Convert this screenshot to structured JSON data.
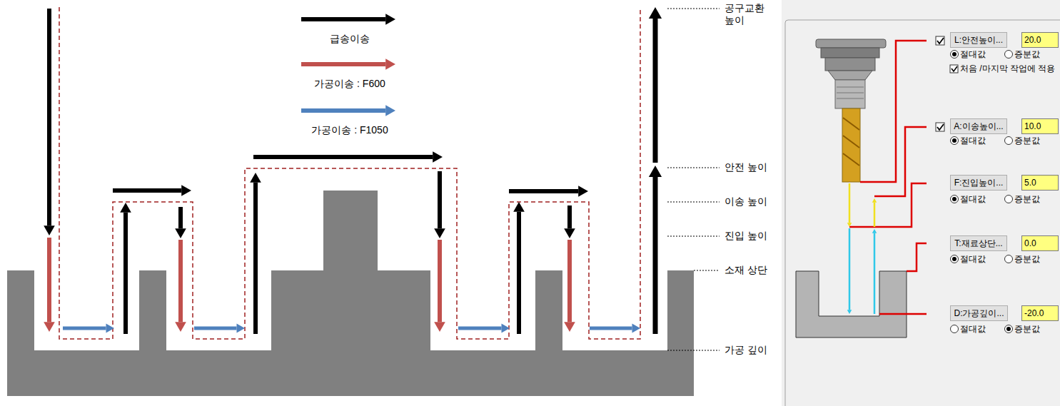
{
  "diagram": {
    "nodes": [
      {
        "text": [
          "L:안전높이..."
        ]
      },
      {
        "text": [
          "20.0"
        ]
      },
      {
        "text": [
          "A:이송높이..."
        ]
      },
      {
        "text": [
          "10.0"
        ]
      },
      {
        "text": [
          "F:진입높이..."
        ]
      },
      {
        "text": [
          "5.0"
        ]
      },
      {
        "text": [
          "T:재료상단..."
        ]
      },
      {
        "text": [
          "0.0"
        ]
      },
      {
        "text": [
          "D:가공깊이..."
        ]
      },
      {
        "text": [
          "-20.0"
        ]
      }
    ],
    "labels": [
      "공구교환 높이",
      "안전 높이",
      "이송 높이",
      "진입 높이",
      "소재 상단",
      "가공 깊이",
      "절대값",
      "증분값",
      "처음 /마지막 작업에 적용",
      "절대값",
      "증분값",
      "절대값",
      "증분값",
      "절대값",
      "증분값",
      "절대값",
      "증분값"
    ],
    "legend": [
      {
        "text": "급송이송",
        "color": "#000000"
      },
      {
        "text": "가공이송 : F600",
        "color": "#c0504d"
      },
      {
        "text": "가공이송 : F1050",
        "color": "#4f81bd"
      }
    ]
  }
}
